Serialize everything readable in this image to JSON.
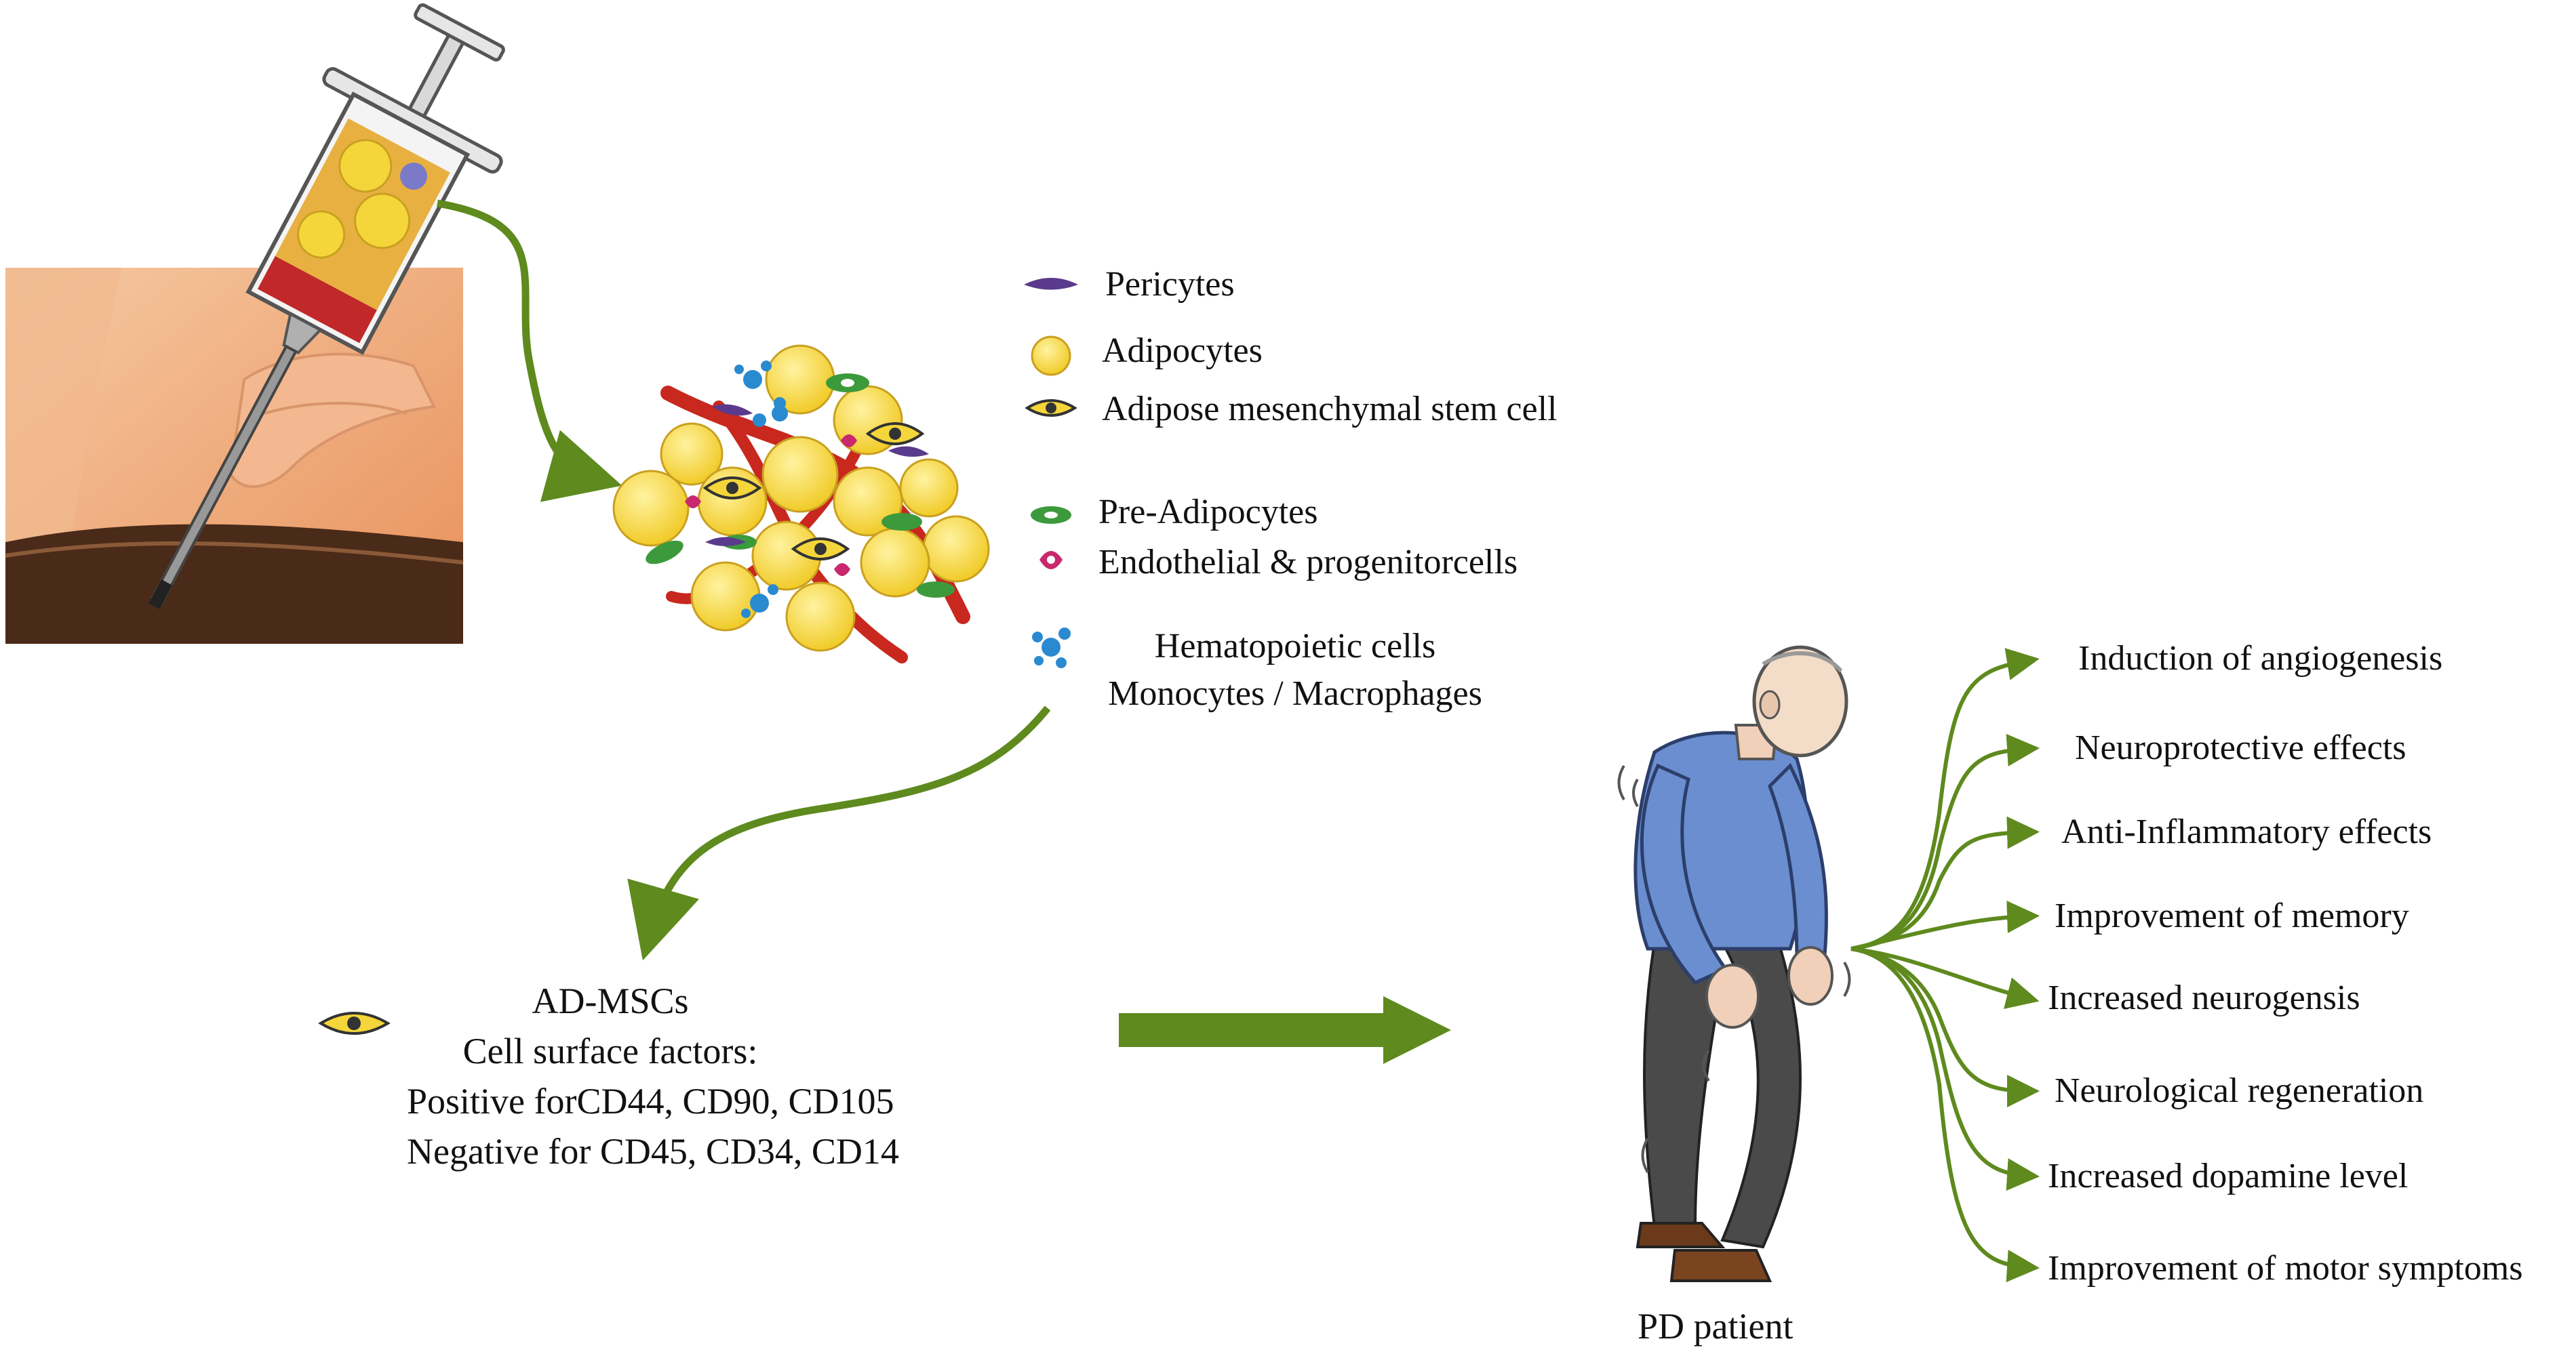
{
  "legend": {
    "pericytes": "Pericytes",
    "adipocytes": "Adipocytes",
    "stem_cell": "Adipose mesenchymal stem cell",
    "pre_adipocytes": "Pre-Adipocytes",
    "endothelial": "Endothelial & progenitorcells",
    "hematopoietic_line1": "Hematopoietic cells",
    "hematopoietic_line2": "Monocytes / Macrophages"
  },
  "admsc": {
    "title": "AD-MSCs",
    "line2": "Cell surface factors:",
    "line3": "Positive forCD44, CD90, CD105",
    "line4": "Negative for CD45, CD34, CD14"
  },
  "patient_label": "PD patient",
  "outcomes": [
    "Induction of angiogenesis",
    "Neuroprotective effects",
    "Anti-Inflammatory effects",
    "Improvement of memory",
    "Increased neurogensis",
    "Neurological regeneration",
    "Increased dopamine level",
    "Improvement of motor symptoms"
  ],
  "colors": {
    "arrow_green": "#5e8a1e",
    "adipocyte_yellow": "#f5d63a",
    "vessel_red": "#c8281e",
    "pericyte_purple": "#5a3a8c",
    "preadipocyte_green": "#3c9a3c",
    "endothelial_pink": "#c8286e",
    "hematopoietic_blue": "#2a8ad0",
    "shirt_blue": "#6a8ecf",
    "trousers_gray": "#4a4a4a"
  }
}
